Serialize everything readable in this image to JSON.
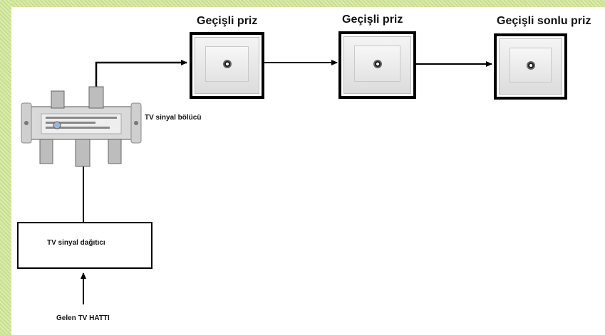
{
  "sockets": [
    {
      "label": "Geçişli priz"
    },
    {
      "label": "Geçişli priz"
    },
    {
      "label": "Geçişli sonlu priz"
    }
  ],
  "splitter": {
    "label": "TV sinyal bölücü"
  },
  "distributor": {
    "label": "TV sinyal dağıtıcı"
  },
  "input_line": {
    "label": "Gelen TV HATTI"
  },
  "colors": {
    "frame": "#c7e089",
    "wire": "#000000"
  }
}
